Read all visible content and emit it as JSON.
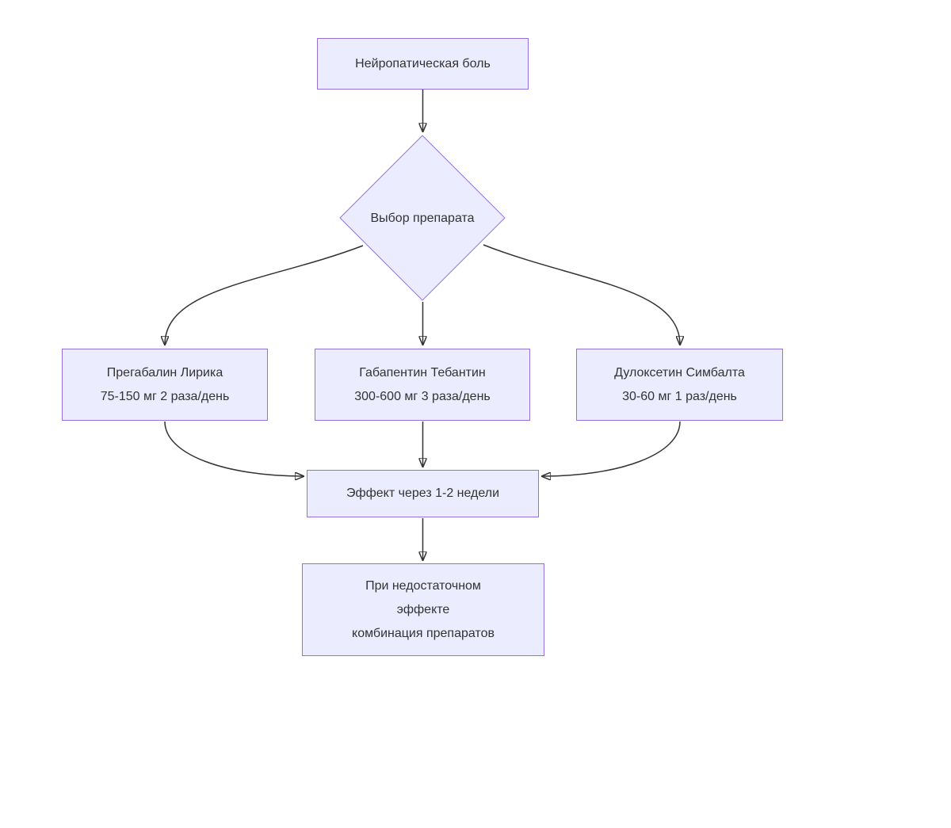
{
  "diagram": {
    "type": "flowchart",
    "direction": "top-down",
    "language": "ru",
    "colors": {
      "node_fill": "#ECECFF",
      "node_border": "#9370DB",
      "edge_stroke": "#333333",
      "text": "#333333",
      "background": "#FFFFFF"
    },
    "nodes": {
      "start": {
        "shape": "rect",
        "label": "Нейропатическая боль"
      },
      "choice": {
        "shape": "diamond",
        "label": "Выбор препарата"
      },
      "pregabalin": {
        "shape": "rect",
        "lines": [
          "Прегабалин Лирика",
          "75-150 мг 2 раза/день"
        ]
      },
      "gabapentin": {
        "shape": "rect",
        "lines": [
          "Габапентин Тебантин",
          "300-600 мг 3 раза/день"
        ]
      },
      "duloxetine": {
        "shape": "rect",
        "lines": [
          "Дулоксетин Симбалта",
          "30-60 мг 1 раз/день"
        ]
      },
      "effect": {
        "shape": "rect",
        "label": "Эффект через 1-2 недели"
      },
      "combination": {
        "shape": "rect",
        "lines": [
          "При недостаточном",
          "эффекте",
          "комбинация препаратов"
        ]
      }
    },
    "edges": [
      {
        "from": "start",
        "to": "choice"
      },
      {
        "from": "choice",
        "to": "pregabalin"
      },
      {
        "from": "choice",
        "to": "gabapentin"
      },
      {
        "from": "choice",
        "to": "duloxetine"
      },
      {
        "from": "pregabalin",
        "to": "effect"
      },
      {
        "from": "gabapentin",
        "to": "effect"
      },
      {
        "from": "duloxetine",
        "to": "effect"
      },
      {
        "from": "effect",
        "to": "combination"
      }
    ]
  }
}
